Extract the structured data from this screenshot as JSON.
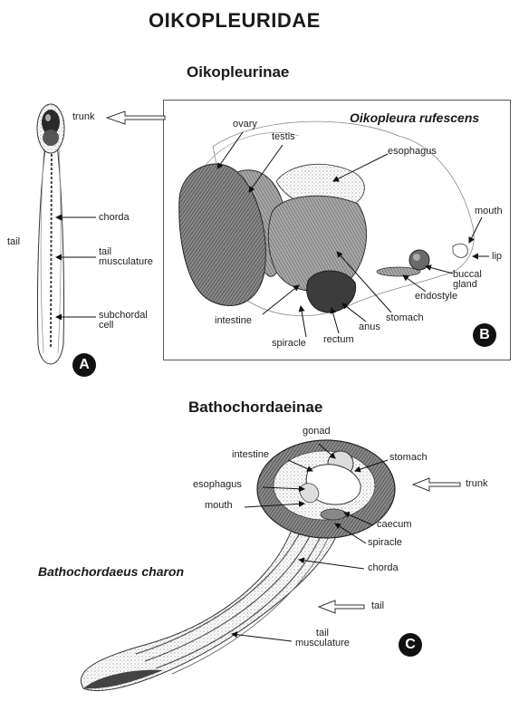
{
  "title": "OIKOPLEURIDAE",
  "subfamilies": {
    "oikopleurinae": "Oikopleurinae",
    "bathochordaeinae": "Bathochordaeinae"
  },
  "panel_a": {
    "badge": "A",
    "labels": {
      "trunk": "trunk",
      "tail": "tail",
      "chorda": "chorda",
      "tail_musculature": [
        "tail",
        "musculature"
      ],
      "subchordal_cell": [
        "subchordal",
        "cell"
      ]
    }
  },
  "panel_b": {
    "badge": "B",
    "species": "Oikopleura rufescens",
    "labels": {
      "ovary": "ovary",
      "testis": "testis",
      "esophagus": "esophagus",
      "mouth": "mouth",
      "lip": "lip",
      "buccal_gland": [
        "buccal",
        "gland"
      ],
      "endostyle": "endostyle",
      "stomach": "stomach",
      "anus": "anus",
      "rectum": "rectum",
      "spiracle": "spiracle",
      "intestine": "intestine"
    }
  },
  "panel_c": {
    "badge": "C",
    "species": "Bathochordaeus charon",
    "labels": {
      "gonad": "gonad",
      "intestine": "intestine",
      "stomach": "stomach",
      "esophagus": "esophagus",
      "mouth": "mouth",
      "trunk": "trunk",
      "caecum": "caecum",
      "spiracle": "spiracle",
      "chorda": "chorda",
      "tail": "tail",
      "tail_musculature": [
        "tail",
        "musculature"
      ]
    }
  },
  "colors": {
    "ink": "#111111",
    "shade": "#6e6e6e",
    "light_shade": "#bdbdbd"
  }
}
